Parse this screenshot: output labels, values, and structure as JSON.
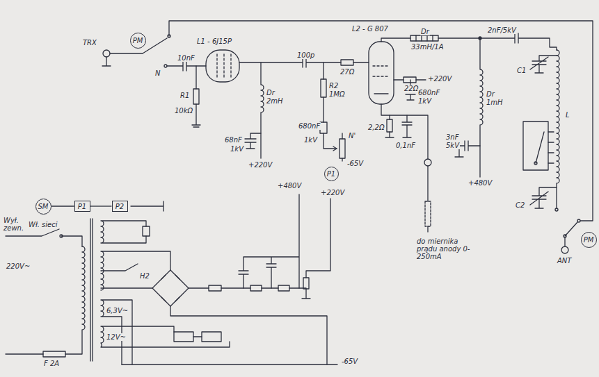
{
  "diagram": {
    "nodes": [
      {
        "text": [
          "PM"
        ]
      },
      {
        "text": [
          "P1"
        ]
      },
      {
        "text": [
          "P1"
        ]
      },
      {
        "text": [
          "P2"
        ]
      },
      {
        "text": [
          "SM"
        ]
      },
      {
        "text": [
          "PM"
        ]
      }
    ],
    "edges": [
      {
        "from": 4,
        "to": 2,
        "arrow": "none"
      },
      {
        "from": 2,
        "to": 3,
        "arrow": "none"
      }
    ],
    "labels": [
      "TRX",
      "N",
      "10nF",
      "R1",
      "10kΩ",
      "L1 - 6J15P",
      "68nF",
      "1kV",
      "Dr",
      "2mH",
      "+220V",
      "100p",
      "R2",
      "1MΩ",
      "680nF",
      "1kV",
      "N'",
      "-65V",
      "27Ω",
      "L2 - G 807",
      "Dr",
      "33mH/1A",
      "2nF/5kV",
      "22Ω",
      "+220V",
      "680nF",
      "1kV",
      "2,2Ω",
      "0,1nF",
      "Dr",
      "1mH",
      "3nF",
      "5kV",
      "+480V",
      "do miernika prądu anody 0-250mA",
      "C1",
      "C2",
      "L",
      "ANT",
      "Wył. zewn.",
      "220V~",
      "Wł. sieci",
      "F 2A",
      "H2",
      "+480V",
      "+220V",
      "6,3V~",
      "12V~",
      "-65V"
    ]
  }
}
